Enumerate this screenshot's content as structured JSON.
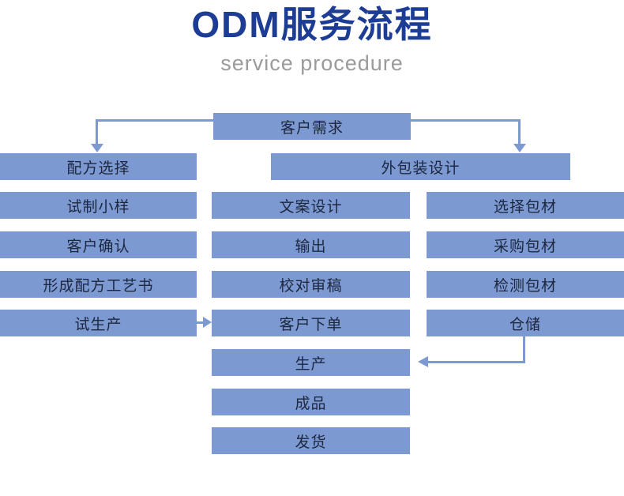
{
  "title": "ODM服务流程",
  "subtitle": "service procedure",
  "colors": {
    "title": "#1d3c94",
    "subtitle": "#9b9b9b",
    "box_fill": "#7d99d1",
    "box_text": "#1c2740",
    "connector": "#7d99d1",
    "background": "#ffffff"
  },
  "flow": {
    "top": "客户需求",
    "packaging_header": "外包装设计",
    "left": [
      "配方选择",
      "试制小样",
      "客户确认",
      "形成配方工艺书",
      "试生产"
    ],
    "middle": [
      "文案设计",
      "输出",
      "校对审稿",
      "客户下单",
      "生产",
      "成品",
      "发货"
    ],
    "right": [
      "选择包材",
      "采购包材",
      "检测包材",
      "仓储"
    ]
  }
}
